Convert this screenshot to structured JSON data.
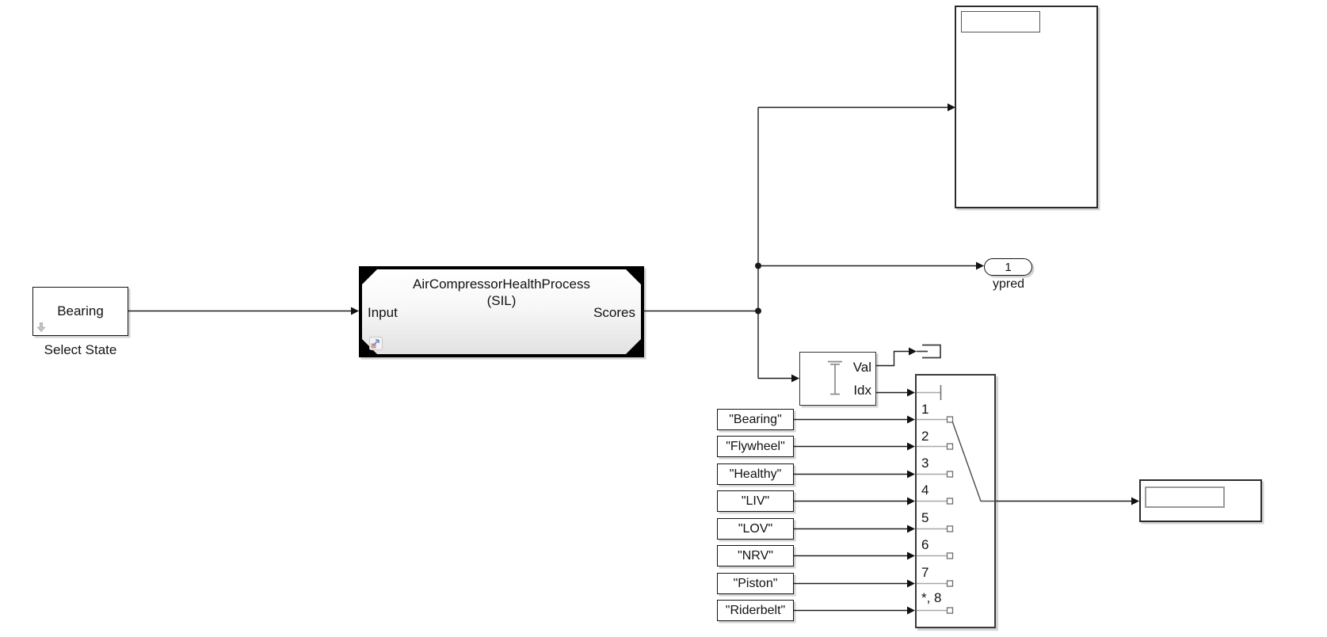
{
  "app": {
    "title": "Simulink block diagram canvas"
  },
  "colors": {
    "background": "#ffffff",
    "wire": "#1f1f1f",
    "block_border": "#141414",
    "internal_gray_line": "#a8a8a8",
    "dropdown_arrow_gray": "#c3c3c3",
    "badge_arrow_blue": "#6d8fc0",
    "badge_square_pink": "#e0a8a8"
  },
  "diagram": {
    "select_state": {
      "value": "Bearing",
      "caption": "Select State"
    },
    "sil": {
      "title": "AirCompressorHealthProcess",
      "subtitle": "(SIL)",
      "input_port": "Input",
      "output_port": "Scores"
    },
    "outport": {
      "number": "1",
      "caption": "ypred"
    },
    "maximum": {
      "val_port": "Val",
      "idx_port": "Idx"
    },
    "mpswitch": {
      "inputs": [
        "1",
        "2",
        "3",
        "4",
        "5",
        "6",
        "7",
        "*, 8"
      ]
    },
    "constants": [
      "\"Bearing\"",
      "\"Flywheel\"",
      "\"Healthy\"",
      "\"LIV\"",
      "\"LOV\"",
      "\"NRV\"",
      "\"Piston\"",
      "\"Riderbelt\""
    ]
  }
}
